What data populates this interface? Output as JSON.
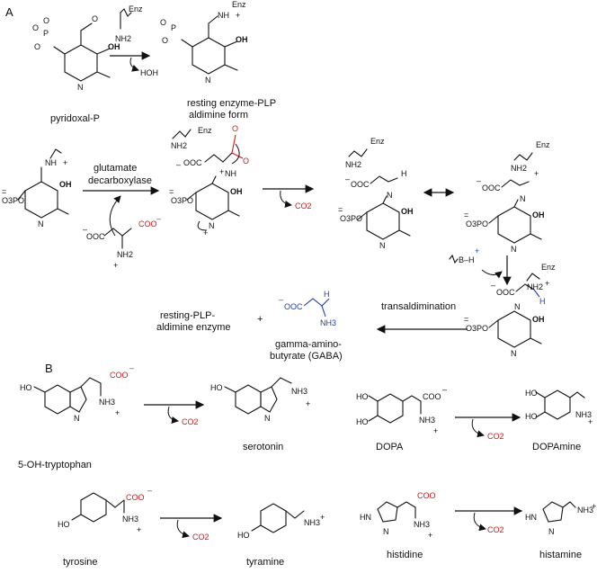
{
  "panels": {
    "a": "A",
    "b": "B"
  },
  "labels": {
    "pyridoxal_p": "pyridoxal-P",
    "resting_1": "resting enzyme-PLP",
    "resting_2": "aldimine form",
    "gd_1": "glutamate",
    "gd_2": "decarboxylase",
    "transaldimination": "transaldimination",
    "rplp_1": "resting-PLP-",
    "rplp_2": "aldimine enzyme",
    "plus": "+",
    "gaba_1": "gamma-amino-",
    "gaba_2": "butyrate (GABA)",
    "oh_trp": "5-OH-tryptophan",
    "serotonin": "serotonin",
    "tyrosine": "tyrosine",
    "tyramine": "tyramine",
    "dopa": "DOPA",
    "dopamine": "DOPAmine",
    "histidine": "histidine",
    "histamine": "histamine"
  },
  "atoms": {
    "enz": "Enz",
    "nh2": "NH2",
    "hoh": "HOH",
    "oh": "OH",
    "ho": "HO",
    "n": "N",
    "nh": "NH",
    "nh3": "NH3",
    "o": "O",
    "p": "P",
    "coo": "COO",
    "ooc": "OOC",
    "o3po": "O3PO",
    "co2": "CO2",
    "bh": "B–H",
    "hn": "HN",
    "h": "H",
    "minus": "–",
    "plus": "+",
    "eq": "="
  },
  "colors": {
    "decarboxylation": "#d21a1a",
    "proton": "#1c3fb0",
    "ink": "#111111"
  }
}
